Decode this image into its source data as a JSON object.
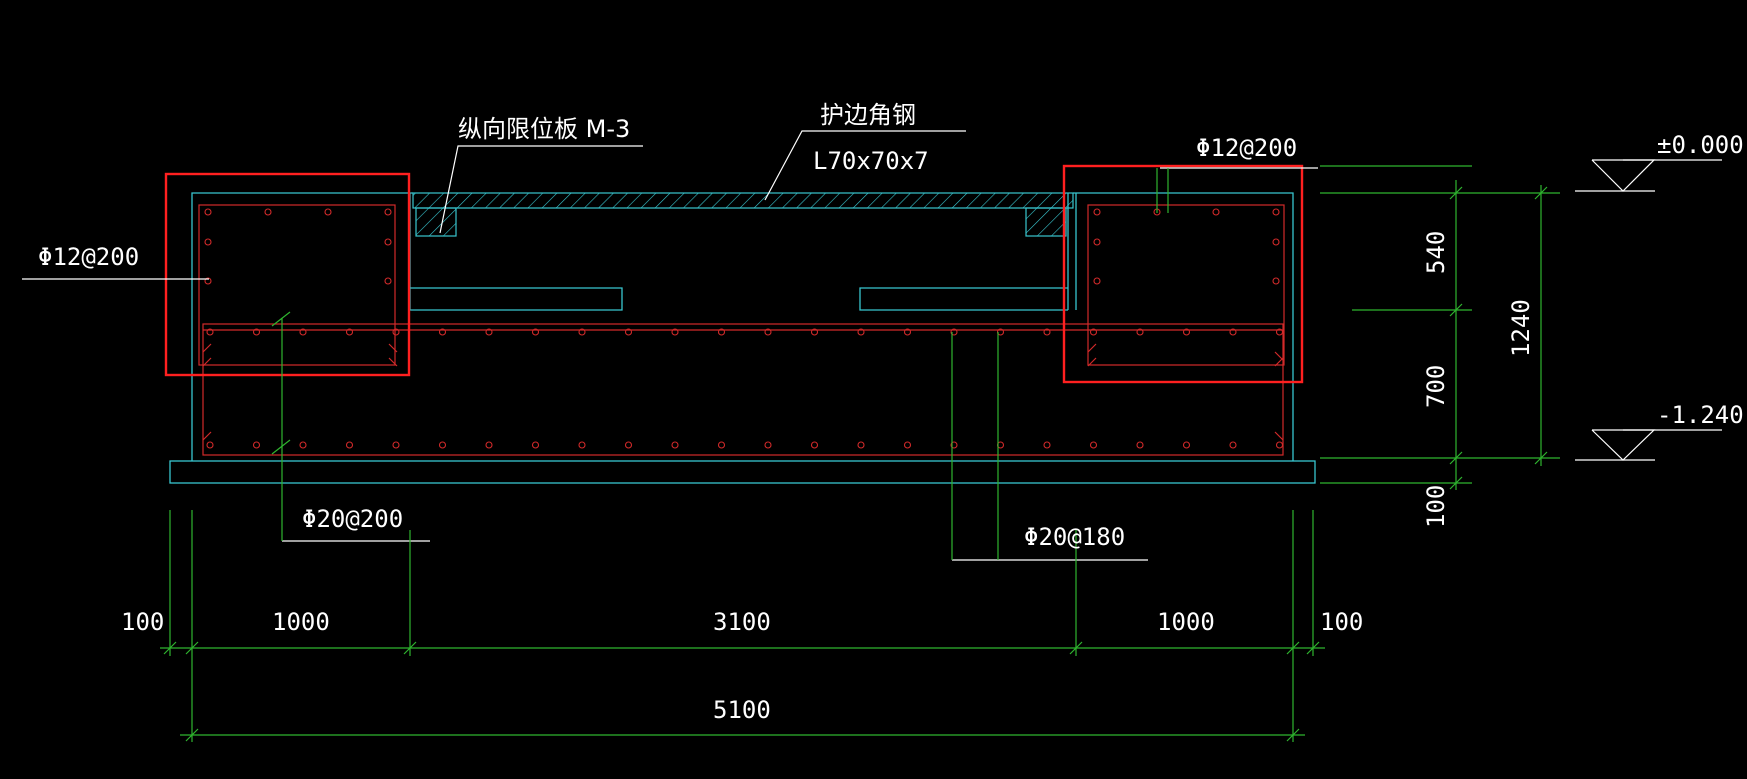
{
  "labels": {
    "limit_plate": "纵向限位板 M-3",
    "edge_angle_title": "护边角钢",
    "edge_angle_spec": "L70x70x7",
    "rebar_right_top": "Φ12@200",
    "rebar_left": "Φ12@200",
    "rebar_bottom_left": "Φ20@200",
    "rebar_bottom_right": "Φ20@180"
  },
  "elevations": {
    "top": "±0.000",
    "bottom": "-1.240"
  },
  "dims_bottom": {
    "d1": "100",
    "d2": "1000",
    "d3": "3100",
    "d4": "1000",
    "d5": "100",
    "total": "5100"
  },
  "dims_right": {
    "upper": "540",
    "lower": "700",
    "base": "100",
    "total": "1240"
  },
  "colors": {
    "background": "#000000",
    "outline": "#38c6cf",
    "rebar": "#d22a2a",
    "dimension": "#2fb52f",
    "highlight": "#ff2020",
    "text": "#ffffff"
  }
}
